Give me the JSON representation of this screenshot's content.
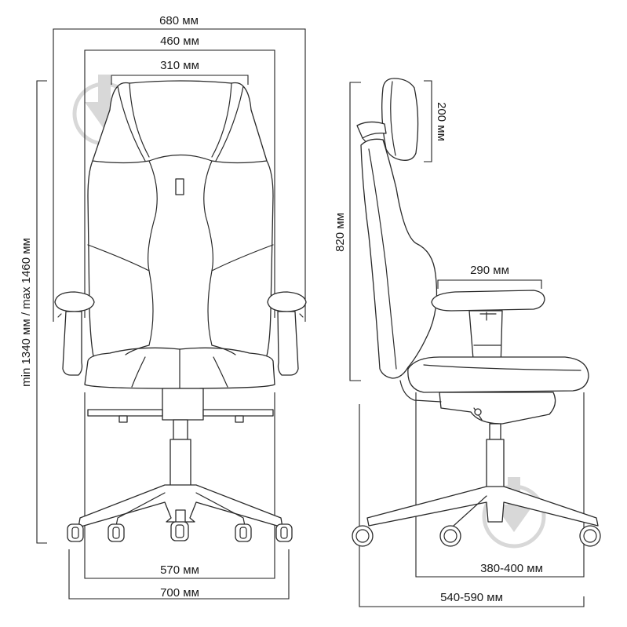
{
  "front_view": {
    "total_width": "680 мм",
    "inner_width": "460 мм",
    "back_width": "310 мм",
    "seat_width": "570 мм",
    "base_width": "700 мм",
    "height_range": "min 1340 мм / max 1460 мм"
  },
  "side_view": {
    "headrest_height": "200 мм",
    "back_height": "820 мм",
    "armrest_depth": "290 мм",
    "seat_depth": "380-400 мм",
    "base_depth": "540-590 мм"
  },
  "watermark": {
    "icon": "download-arrow-watermark-icon"
  },
  "colors": {
    "line": "#2a2a2a",
    "background": "#ffffff",
    "watermark": "#d8d8d8"
  }
}
